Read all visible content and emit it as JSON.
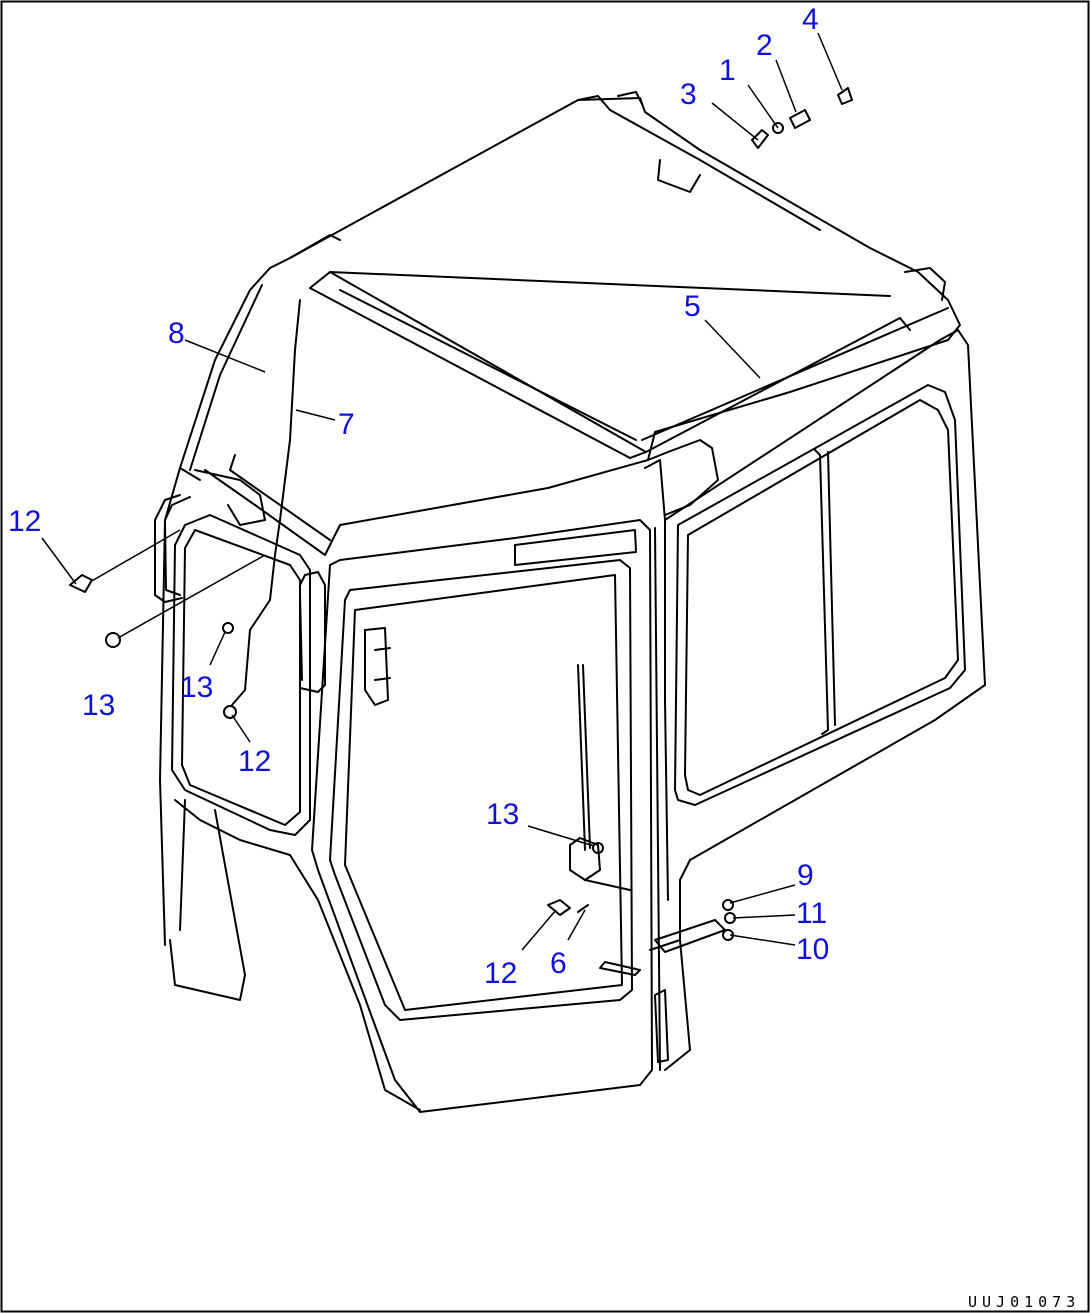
{
  "drawing": {
    "subject": "cab-assembly-exploded-view",
    "line_color": "#000000",
    "callout_color": "#1010d8",
    "drawing_code": "UUJ01073"
  },
  "callouts": [
    {
      "id": "c1",
      "label": "1"
    },
    {
      "id": "c2",
      "label": "2"
    },
    {
      "id": "c3",
      "label": "3"
    },
    {
      "id": "c4",
      "label": "4"
    },
    {
      "id": "c5",
      "label": "5"
    },
    {
      "id": "c6",
      "label": "6"
    },
    {
      "id": "c7",
      "label": "7"
    },
    {
      "id": "c8",
      "label": "8"
    },
    {
      "id": "c9",
      "label": "9"
    },
    {
      "id": "c10",
      "label": "10"
    },
    {
      "id": "c11",
      "label": "11"
    },
    {
      "id": "c12a",
      "label": "12"
    },
    {
      "id": "c12b",
      "label": "12"
    },
    {
      "id": "c12c",
      "label": "12"
    },
    {
      "id": "c13a",
      "label": "13"
    },
    {
      "id": "c13b",
      "label": "13"
    },
    {
      "id": "c13c",
      "label": "13"
    }
  ]
}
